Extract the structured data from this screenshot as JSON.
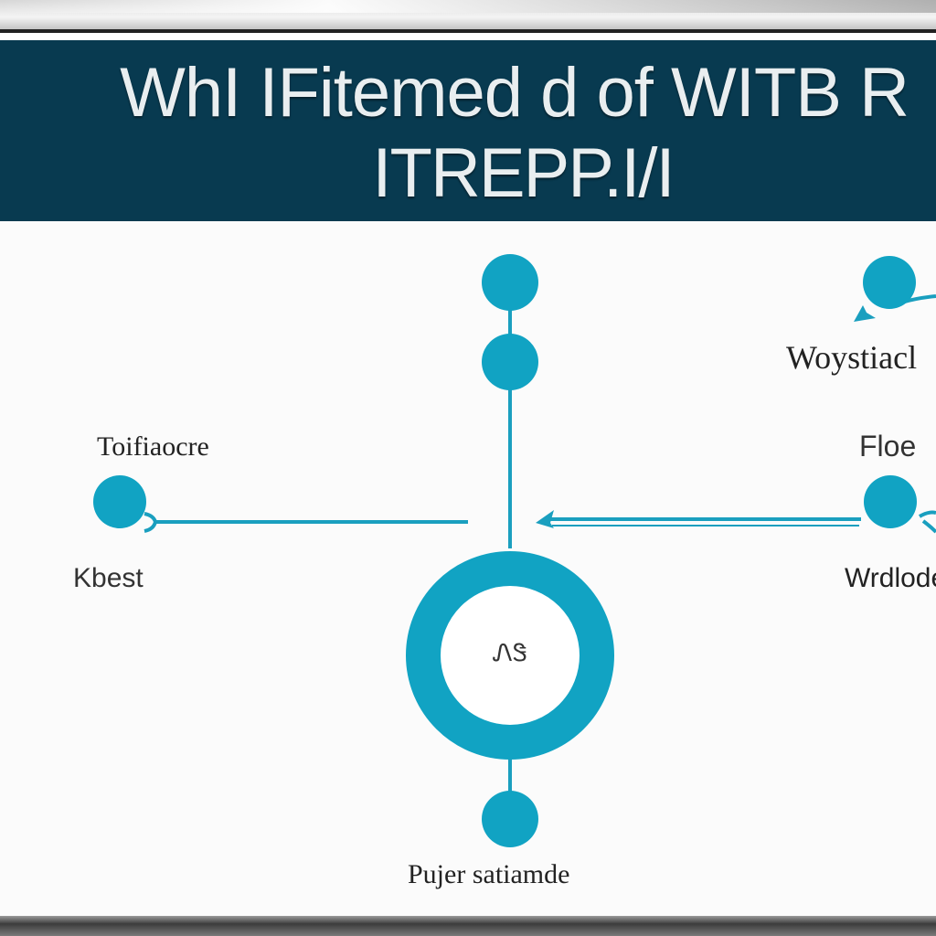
{
  "header": {
    "title_line1": "WhI IFitemed d of WITB R",
    "title_line2": "ITREPP.I/I"
  },
  "labels": {
    "top_right": "Woystiacl",
    "left_upper": "Toifiaocre",
    "left_lower": "Kbest",
    "right_upper": "Floe",
    "right_lower": "Wrdlode",
    "bottom": "Pujer satiamde",
    "center": "ᏁᏕ"
  },
  "colors": {
    "header_bg": "#083a50",
    "node": "#11a3c3",
    "connector": "#1a9fbf",
    "canvas": "#fbfbfb"
  }
}
